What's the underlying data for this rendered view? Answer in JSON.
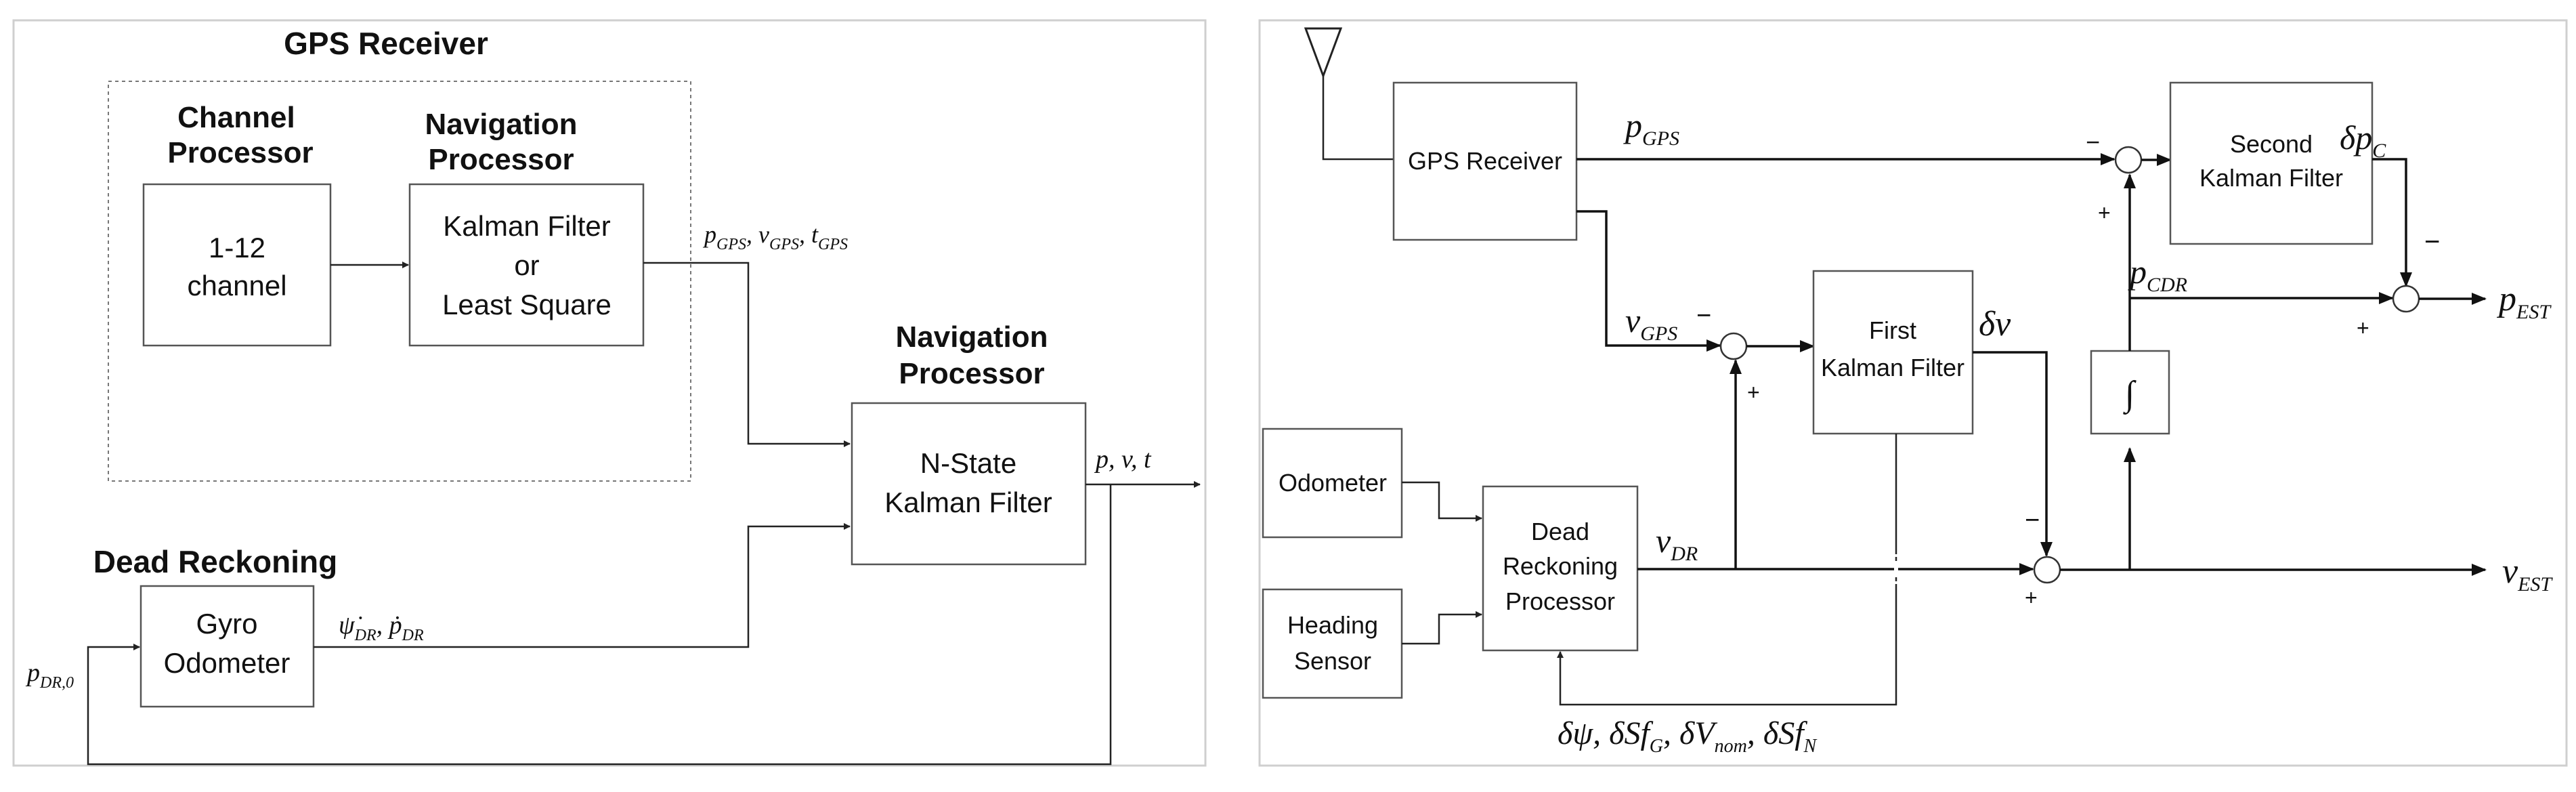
{
  "left": {
    "group_title": "GPS Receiver",
    "channel_processor": {
      "title": "Channel Processor",
      "line1": "1-12",
      "line2": "channel"
    },
    "navigation_processor": {
      "title": "Navigation Processor",
      "line1": "Kalman Filter",
      "line2": "or",
      "line3": "Least Square"
    },
    "gps_outputs": {
      "p": "p",
      "p_sub": "GPS",
      "v": "v",
      "v_sub": "GPS",
      "t": "t",
      "t_sub": "GPS"
    },
    "nav_processor_2": {
      "title": "Navigation Processor",
      "line1": "N-State",
      "line2": "Kalman Filter"
    },
    "output_label": "p, v, t",
    "dead_reckoning": {
      "title": "Dead Reckoning",
      "line1": "Gyro",
      "line2": "Odometer"
    },
    "dr_outputs": {
      "psi": "ψ̇",
      "psi_sub": "DR",
      "p": "ṗ",
      "p_sub": "DR"
    },
    "feedback": {
      "p": "p",
      "p_sub": "DR,0"
    }
  },
  "right": {
    "gps_receiver": "GPS Receiver",
    "p_gps": {
      "main": "p",
      "sub": "GPS"
    },
    "v_gps": {
      "main": "v",
      "sub": "GPS"
    },
    "second_kf": {
      "line1": "Second",
      "line2": "Kalman Filter"
    },
    "first_kf": {
      "line1": "First",
      "line2": "Kalman Filter"
    },
    "odometer": "Odometer",
    "heading_sensor": {
      "line1": "Heading",
      "line2": "Sensor"
    },
    "dr_processor": {
      "line1": "Dead",
      "line2": "Reckoning",
      "line3": "Processor"
    },
    "v_dr": {
      "main": "v",
      "sub": "DR"
    },
    "delta_v": "δv",
    "delta_pc": {
      "main": "δp",
      "sub": "C"
    },
    "p_cdr": {
      "main": "p",
      "sub": "CDR"
    },
    "p_est": {
      "main": "p",
      "sub": "EST"
    },
    "v_est": {
      "main": "v",
      "sub": "EST"
    },
    "integrator": "∫",
    "feedback": {
      "a": "δψ, δSf",
      "a_sub": "G",
      "b": ", δV",
      "b_sub": "nom",
      "c": ", δSf",
      "c_sub": "N"
    },
    "signs": {
      "minus": "−",
      "plus": "+"
    }
  }
}
